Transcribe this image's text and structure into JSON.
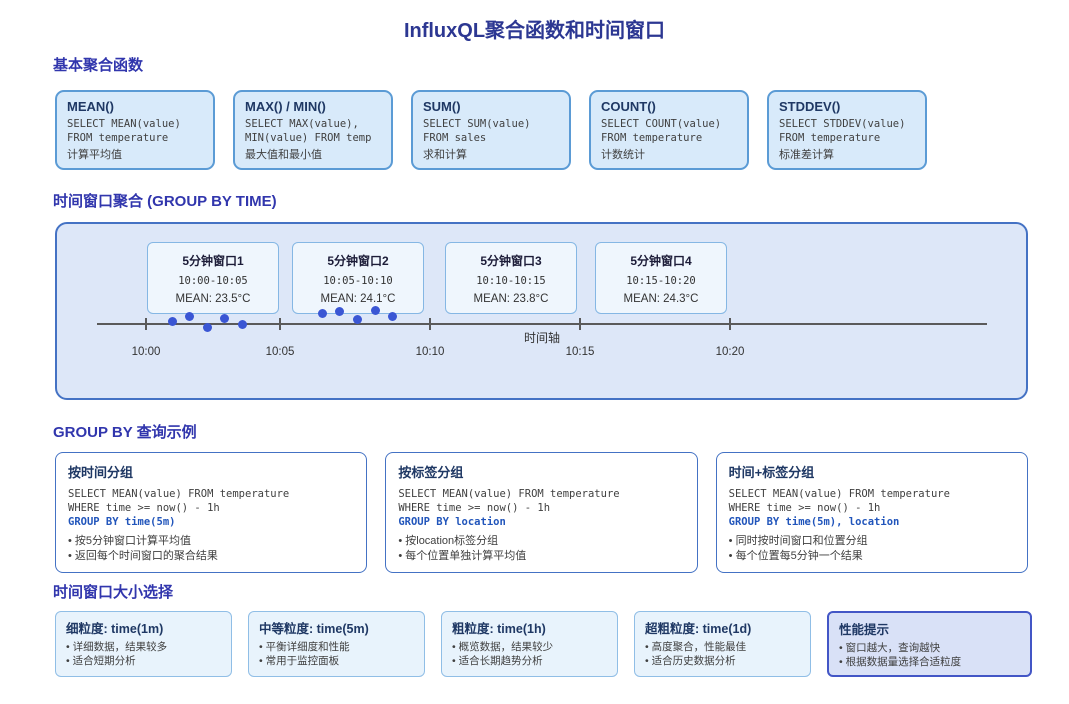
{
  "title": "InfluxQL聚合函数和时间窗口",
  "sections": {
    "basic": {
      "heading": "基本聚合函数",
      "cards": [
        {
          "title": "MEAN()",
          "code": [
            "SELECT MEAN(value)",
            "FROM temperature"
          ],
          "desc": "计算平均值"
        },
        {
          "title": "MAX() / MIN()",
          "code": [
            "SELECT MAX(value),",
            "MIN(value) FROM temp"
          ],
          "desc": "最大值和最小值"
        },
        {
          "title": "SUM()",
          "code": [
            "SELECT SUM(value)",
            "FROM sales"
          ],
          "desc": "求和计算"
        },
        {
          "title": "COUNT()",
          "code": [
            "SELECT COUNT(value)",
            "FROM temperature"
          ],
          "desc": "计数统计"
        },
        {
          "title": "STDDEV()",
          "code": [
            "SELECT STDDEV(value)",
            "FROM temperature"
          ],
          "desc": "标准差计算"
        }
      ]
    },
    "timeline": {
      "heading": "时间窗口聚合 (GROUP BY TIME)",
      "windows": [
        {
          "title": "5分钟窗口1",
          "range": "10:00-10:05",
          "mean": "MEAN: 23.5°C"
        },
        {
          "title": "5分钟窗口2",
          "range": "10:05-10:10",
          "mean": "MEAN: 24.1°C"
        },
        {
          "title": "5分钟窗口3",
          "range": "10:10-10:15",
          "mean": "MEAN: 23.8°C"
        },
        {
          "title": "5分钟窗口4",
          "range": "10:15-10:20",
          "mean": "MEAN: 24.3°C"
        }
      ],
      "ticks": [
        "10:00",
        "10:05",
        "10:10",
        "10:15",
        "10:20"
      ],
      "axis_label": "时间轴"
    },
    "groupby": {
      "heading": "GROUP BY 查询示例",
      "cards": [
        {
          "title": "按时间分组",
          "code": [
            "SELECT MEAN(value) FROM temperature",
            "WHERE time >= now() - 1h"
          ],
          "highlight": "GROUP BY time(5m)",
          "bullets": [
            "按5分钟窗口计算平均值",
            "返回每个时间窗口的聚合结果"
          ]
        },
        {
          "title": "按标签分组",
          "code": [
            "SELECT MEAN(value) FROM temperature",
            "WHERE time >= now() - 1h"
          ],
          "highlight": "GROUP BY location",
          "bullets": [
            "按location标签分组",
            "每个位置单独计算平均值"
          ]
        },
        {
          "title": "时间+标签分组",
          "code": [
            "SELECT MEAN(value) FROM temperature",
            "WHERE time >= now() - 1h"
          ],
          "highlight": "GROUP BY time(5m), location",
          "bullets": [
            "同时按时间窗口和位置分组",
            "每个位置每5分钟一个结果"
          ]
        }
      ]
    },
    "windowsize": {
      "heading": "时间窗口大小选择",
      "cards": [
        {
          "title": "细粒度: time(1m)",
          "bullets": [
            "详细数据，结果较多",
            "适合短期分析"
          ]
        },
        {
          "title": "中等粒度: time(5m)",
          "bullets": [
            "平衡详细度和性能",
            "常用于监控面板"
          ]
        },
        {
          "title": "粗粒度: time(1h)",
          "bullets": [
            "概览数据，结果较少",
            "适合长期趋势分析"
          ]
        },
        {
          "title": "超粗粒度: time(1d)",
          "bullets": [
            "高度聚合，性能最佳",
            "适合历史数据分析"
          ]
        },
        {
          "title": "性能提示",
          "bullets": [
            "窗口越大，查询越快",
            "根据数据量选择合适粒度"
          ]
        }
      ]
    }
  },
  "colors": {
    "title_text": "#2c3792",
    "heading_text": "#3136ad",
    "card_blue_bg": "#d8eafa",
    "card_blue_border": "#5b9bd5",
    "timeline_bg": "#dde7f8",
    "timeline_border": "#4472c4",
    "data_point": "#3a56d4",
    "code_highlight": "#2155bb",
    "accent_card_bg": "#d9e1f7",
    "accent_card_border": "#4356c6"
  }
}
